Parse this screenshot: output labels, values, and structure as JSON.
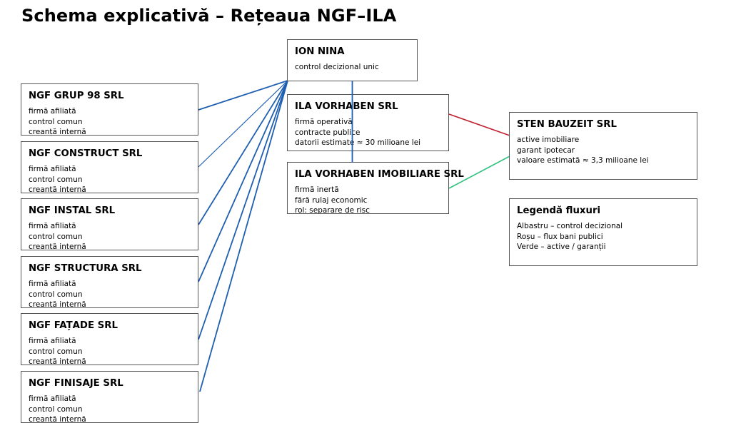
{
  "title": "Schema explicativă – Rețeaua NGF–ILA",
  "colors": {
    "control": "#1f5fb0",
    "public_money": "#c0202e",
    "assets": "#2ec27e",
    "border": "#555555"
  },
  "nodes": {
    "ion_nina": {
      "name": "ION NINA",
      "lines": [
        "control decizional unic"
      ]
    },
    "ila_vorhaben": {
      "name": "ILA VORHABEN SRL",
      "lines": [
        "firmă operativă",
        "contracte publice",
        "datorii estimate ≈ 30 milioane lei"
      ]
    },
    "ila_imobiliare": {
      "name": "ILA VORHABEN IMOBILIARE SRL",
      "lines": [
        "firmă inertă",
        "fără rulaj economic",
        "rol: separare de risc"
      ]
    },
    "sten_bauzeit": {
      "name": "STEN BAUZEIT SRL",
      "lines": [
        "active imobiliare",
        "garant ipotecar",
        "valoare estimată ≈ 3,3 milioane lei"
      ]
    },
    "legend": {
      "name": "Legendă fluxuri",
      "lines": [
        "Albastru – control decizional",
        "Roșu – flux bani publici",
        "Verde – active / garanții"
      ]
    },
    "affiliates": [
      {
        "name": "NGF GRUP 98 SRL",
        "lines": [
          "firmă afiliată",
          "control comun",
          "creanță internă"
        ]
      },
      {
        "name": "NGF CONSTRUCT SRL",
        "lines": [
          "firmă afiliată",
          "control comun",
          "creanță internă"
        ]
      },
      {
        "name": "NGF INSTAL SRL",
        "lines": [
          "firmă afiliată",
          "control comun",
          "creanță internă"
        ]
      },
      {
        "name": "NGF STRUCTURA SRL",
        "lines": [
          "firmă afiliată",
          "control comun",
          "creanță internă"
        ]
      },
      {
        "name": "NGF FAȚADE SRL",
        "lines": [
          "firmă afiliată",
          "control comun",
          "creanță internă"
        ]
      },
      {
        "name": "NGF FINISAJE SRL",
        "lines": [
          "firmă afiliată",
          "control comun",
          "creanță internă"
        ]
      }
    ]
  },
  "edges": [
    {
      "from": "ion_nina",
      "to": "affiliates.0",
      "flow": "control"
    },
    {
      "from": "ion_nina",
      "to": "affiliates.1",
      "flow": "control"
    },
    {
      "from": "ion_nina",
      "to": "affiliates.2",
      "flow": "control"
    },
    {
      "from": "ion_nina",
      "to": "affiliates.3",
      "flow": "control"
    },
    {
      "from": "ion_nina",
      "to": "affiliates.4",
      "flow": "control"
    },
    {
      "from": "ion_nina",
      "to": "affiliates.5",
      "flow": "control"
    },
    {
      "from": "ion_nina",
      "to": "ila_imobiliare",
      "flow": "control"
    },
    {
      "from": "ila_vorhaben",
      "to": "sten_bauzeit",
      "flow": "public_money"
    },
    {
      "from": "ila_imobiliare",
      "to": "sten_bauzeit",
      "flow": "assets"
    }
  ]
}
